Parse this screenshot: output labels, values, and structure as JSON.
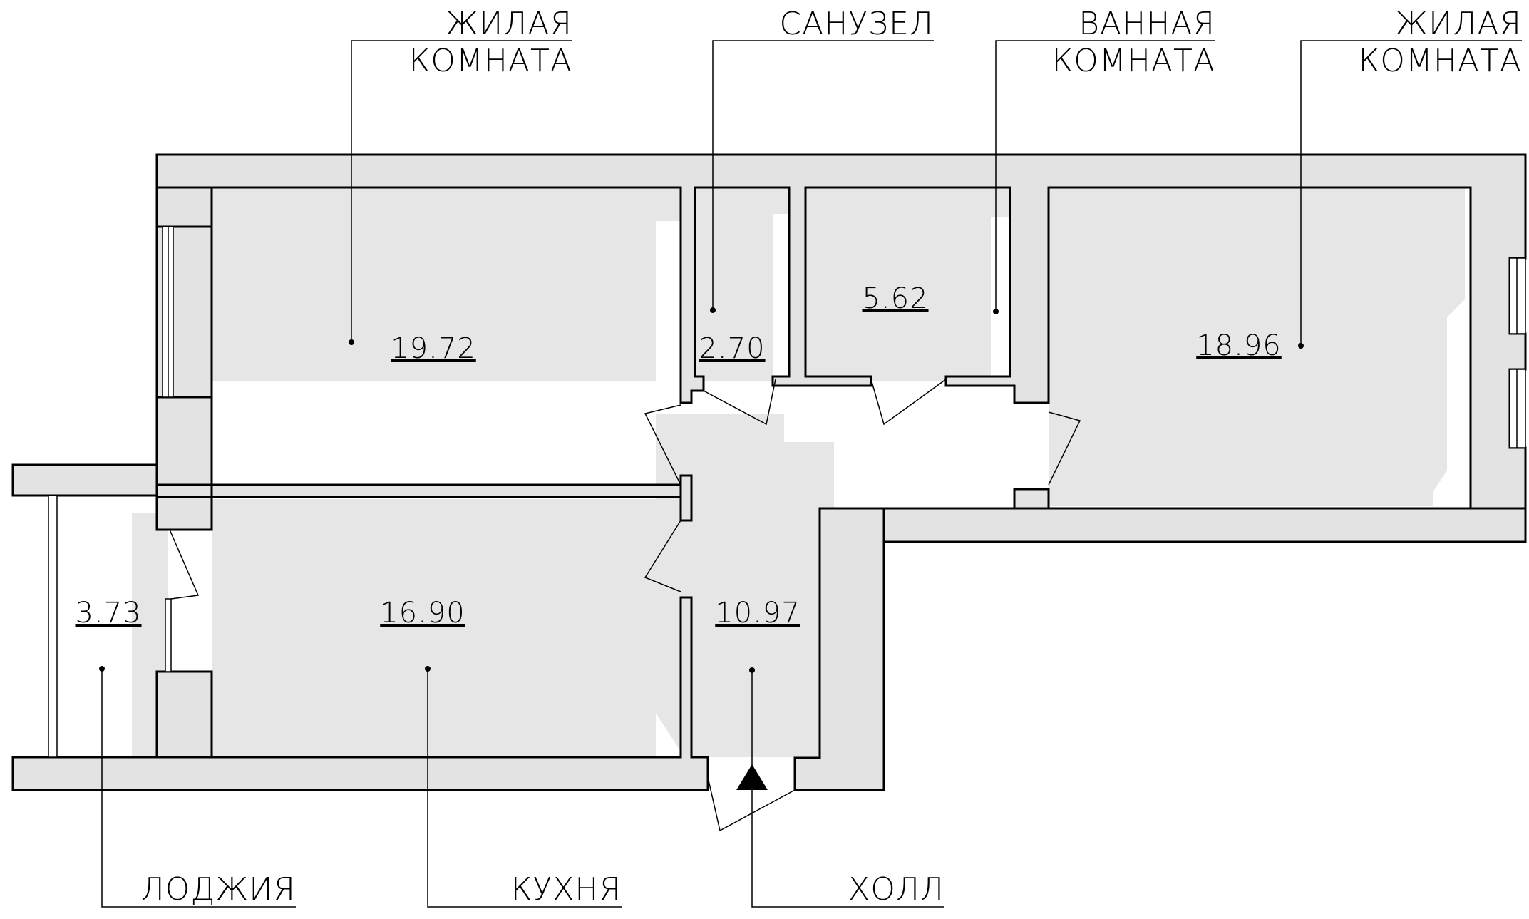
{
  "rooms": [
    {
      "id": "living1",
      "name_line1": "ЖИЛАЯ",
      "name_line2": "КОМНАТА",
      "area": "19.72"
    },
    {
      "id": "wc",
      "name_line1": "САНУЗЕЛ",
      "name_line2": "",
      "area": "2.70"
    },
    {
      "id": "bath",
      "name_line1": "ВАННАЯ",
      "name_line2": "КОМНАТА",
      "area": "5.62"
    },
    {
      "id": "living2",
      "name_line1": "ЖИЛАЯ",
      "name_line2": "КОМНАТА",
      "area": "18.96"
    },
    {
      "id": "loggia",
      "name_line1": "ЛОДЖИЯ",
      "name_line2": "",
      "area": "3.73"
    },
    {
      "id": "kitchen",
      "name_line1": "КУХНЯ",
      "name_line2": "",
      "area": "16.90"
    },
    {
      "id": "hall",
      "name_line1": "ХОЛЛ",
      "name_line2": "",
      "area": "10.97"
    }
  ]
}
